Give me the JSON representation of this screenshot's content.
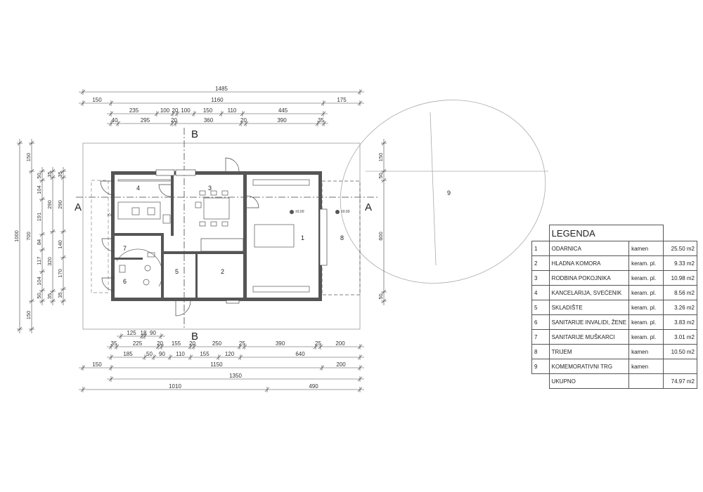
{
  "dimensions": {
    "top_total": "1485",
    "top_row2": [
      "150",
      "1160",
      "175"
    ],
    "top_row3": [
      "235",
      "100",
      "20",
      "100",
      "150",
      "110",
      "445"
    ],
    "top_row4": [
      "40",
      "295",
      "20",
      "360",
      "20",
      "390",
      "35"
    ],
    "bottom_row1": [
      "125",
      "18",
      "90"
    ],
    "bottom_row2": [
      "35",
      "225",
      "20",
      "155",
      "20",
      "250",
      "25",
      "390",
      "25",
      "200"
    ],
    "bottom_row3": [
      "185",
      "50",
      "90",
      "110",
      "155",
      "120",
      "640"
    ],
    "bottom_row4": [
      "150",
      "1150",
      "200"
    ],
    "bottom_row5": "1350",
    "bottom_row6": [
      "1010",
      "490"
    ],
    "left_total": "1000",
    "left_row2": [
      "150",
      "700",
      "150"
    ],
    "left_row3": [
      "50",
      "104",
      "191",
      "84",
      "117",
      "104",
      "50"
    ],
    "left_row4": [
      "35",
      "290",
      "320",
      "35"
    ],
    "left_row5": [
      "35",
      "290",
      "140",
      "170",
      "35"
    ],
    "right_dims": [
      "150",
      "50",
      "600",
      "50"
    ]
  },
  "section_marks": {
    "a_left": "A",
    "a_right": "A",
    "b_top": "B",
    "b_bottom": "B"
  },
  "rooms": [
    "1",
    "2",
    "3",
    "4",
    "5",
    "6",
    "7",
    "8",
    "9"
  ],
  "plan_labels": {
    "kv": "KV",
    "elev_1": "±0.00",
    "elev_2": "±0.00"
  },
  "legend": {
    "title": "LEGENDA",
    "rows": [
      {
        "num": "1",
        "name": "ODARNICA",
        "material": "kamen",
        "area": "25.50 m2"
      },
      {
        "num": "2",
        "name": "HLADNA KOMORA",
        "material": "keram. pl.",
        "area": "9.33 m2"
      },
      {
        "num": "3",
        "name": "RODBINA POKOJNIKA",
        "material": "keram. pl.",
        "area": "10.98 m2"
      },
      {
        "num": "4",
        "name": "KANCELARIJA, SVEĆENIK",
        "material": "keram. pl.",
        "area": "8.56 m2"
      },
      {
        "num": "5",
        "name": "SKLADIŠTE",
        "material": "keram. pl.",
        "area": "3.26 m2"
      },
      {
        "num": "6",
        "name": "SANITARIJE INVALIDI, ŽENE",
        "material": "keram. pl.",
        "area": "3.83 m2"
      },
      {
        "num": "7",
        "name": "SANITARIJE MUŠKARCI",
        "material": "keram. pl.",
        "area": "3.01 m2"
      },
      {
        "num": "8",
        "name": "TRIJEM",
        "material": "kamen",
        "area": "10.50 m2"
      },
      {
        "num": "9",
        "name": "KOMEMORATIVNI TRG",
        "material": "kamen",
        "area": ""
      }
    ],
    "total_label": "UKUPNO",
    "total_area": "74.97 m2"
  }
}
